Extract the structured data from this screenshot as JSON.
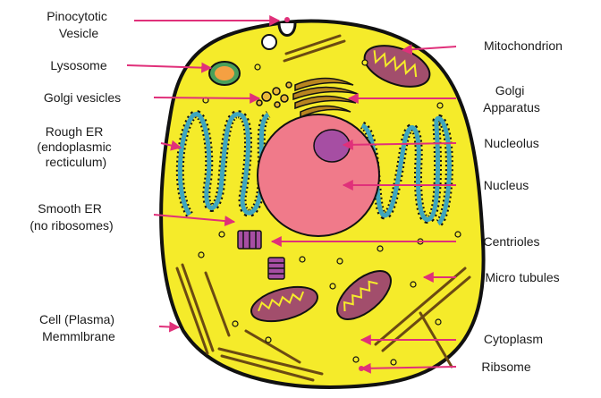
{
  "labels": {
    "pinocytotic_vesicle": [
      "Pinocytotic",
      "Vesicle"
    ],
    "lysosome": "Lysosome",
    "golgi_vesicles": "Golgi vesicles",
    "rough_er": [
      "Rough ER",
      "(endoplasmic",
      "recticulum)"
    ],
    "smooth_er": [
      "Smooth ER",
      "(no ribosomes)"
    ],
    "cell_membrane": [
      "Cell (Plasma)",
      "Memmlbrane"
    ],
    "mitochondrion": "Mitochondrion",
    "golgi_apparatus": [
      "Golgi",
      "Apparatus"
    ],
    "nucleolus": "Nucleolus",
    "nucleus": "Nucleus",
    "centrioles": "Centrioles",
    "micro_tubules": "Micro tubules",
    "cytoplasm": "Cytoplasm",
    "ribosome": "Ribsome"
  },
  "colors": {
    "cytoplasm": "#f5eb2a",
    "outline": "#111111",
    "nucleus": "#f07a8a",
    "nucleolus": "#a64ea3",
    "rough_er": "#3fa6bd",
    "mitochondrion": "#a24e6c",
    "golgi": "#b9851f",
    "pointer": "#e0307a",
    "lysosome": "#4aa05a"
  }
}
